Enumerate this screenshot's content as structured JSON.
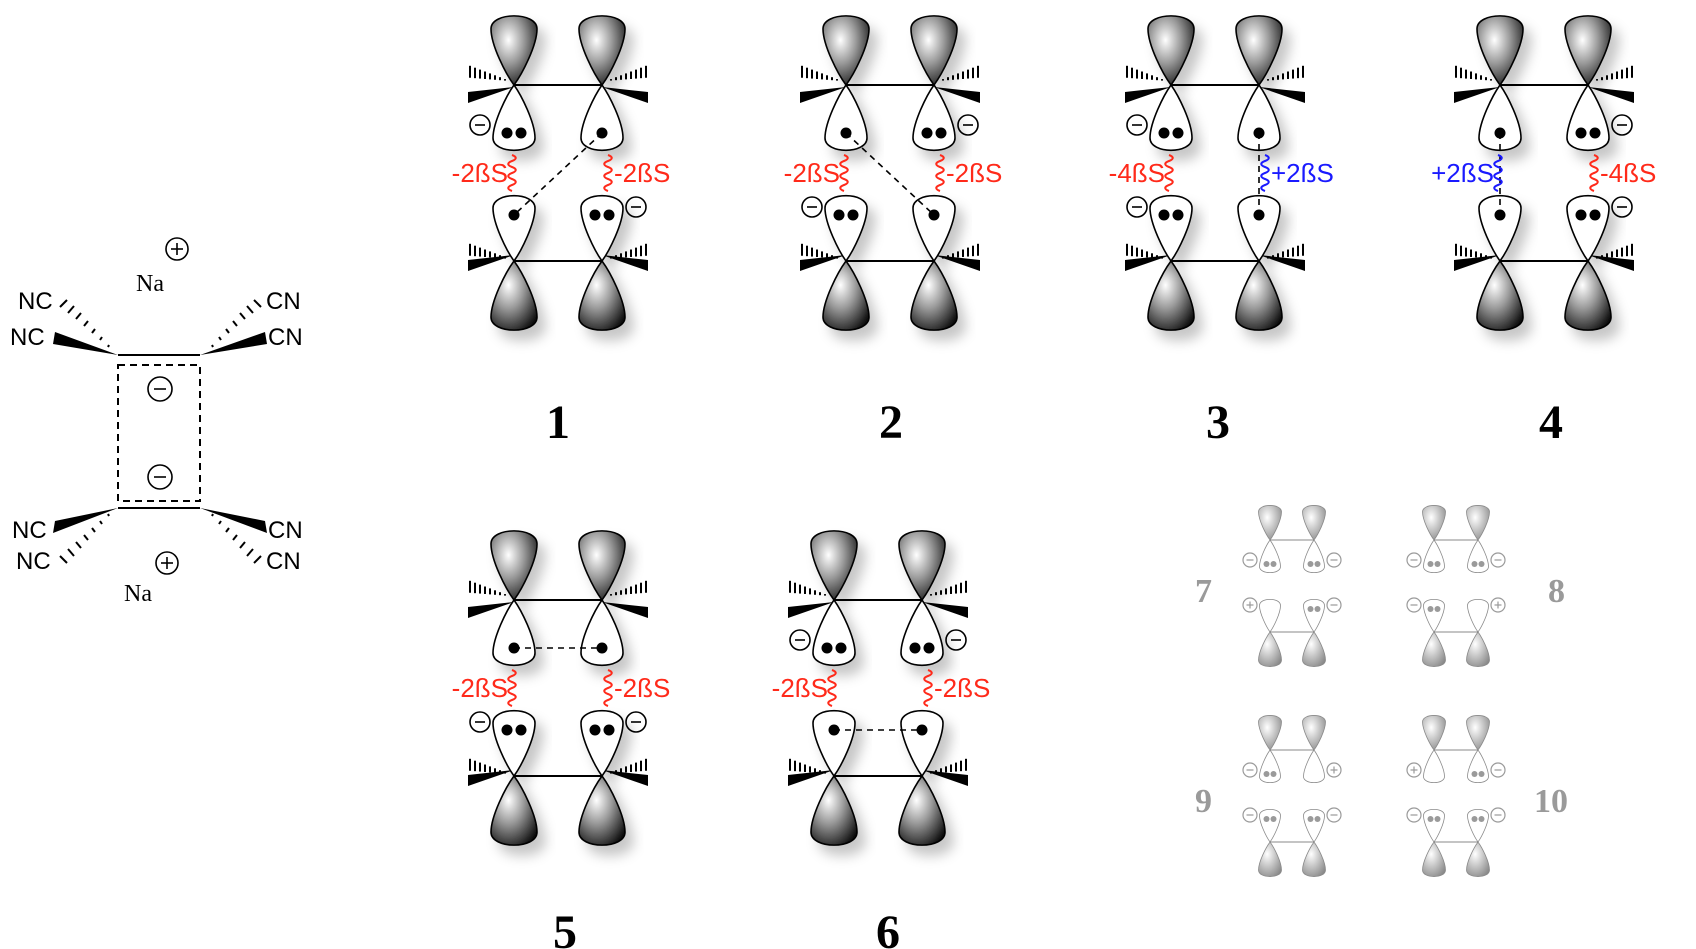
{
  "colors": {
    "black": "#000000",
    "red": "#ff2a1a",
    "blue": "#1a1aff",
    "grey": "#9a9a9a"
  },
  "molecule": {
    "substituent_nc": "NC",
    "substituent_cn": "CN",
    "counterion": "Na",
    "cation_symbol": "+",
    "anion_symbol": "−"
  },
  "structures": [
    {
      "label": "1",
      "left_energy": "-2ßS",
      "left_color": "red",
      "right_energy": "-2ßS",
      "right_color": "red"
    },
    {
      "label": "2",
      "left_energy": "-2ßS",
      "left_color": "red",
      "right_energy": "-2ßS",
      "right_color": "red"
    },
    {
      "label": "3",
      "left_energy": "-4ßS",
      "left_color": "red",
      "right_energy": "+2ßS",
      "right_color": "blue"
    },
    {
      "label": "4",
      "left_energy": "+2ßS",
      "left_color": "blue",
      "right_energy": "-4ßS",
      "right_color": "red"
    },
    {
      "label": "5",
      "left_energy": "-2ßS",
      "left_color": "red",
      "right_energy": "-2ßS",
      "right_color": "red"
    },
    {
      "label": "6",
      "left_energy": "-2ßS",
      "left_color": "red",
      "right_energy": "-2ßS",
      "right_color": "red"
    }
  ],
  "minor_structures": [
    {
      "label": "7"
    },
    {
      "label": "8"
    },
    {
      "label": "9"
    },
    {
      "label": "10"
    }
  ]
}
